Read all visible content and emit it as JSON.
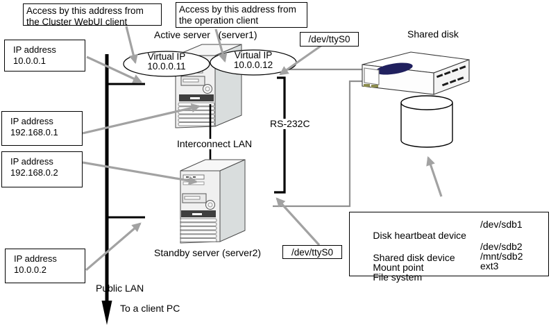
{
  "diagram": {
    "callouts": {
      "webui": {
        "line1": "Access by this address from",
        "line2": "the Cluster WebUI  client"
      },
      "operation": {
        "line1": "Access by this address from",
        "line2": "the operation client"
      }
    },
    "ip_boxes": [
      {
        "label": "IP address",
        "value": "10.0.0.1"
      },
      {
        "label": "IP address",
        "value": "192.168.0.1"
      },
      {
        "label": "IP address",
        "value": "192.168.0.2"
      },
      {
        "label": "IP address",
        "value": "10.0.0.2"
      }
    ],
    "servers": {
      "active_label": "Active server   (server1)",
      "standby_label": "Standby server (server2)"
    },
    "virtual_ips": [
      {
        "label": "Virtual IP",
        "value": "10.0.0.11"
      },
      {
        "label": "Virtual IP",
        "value": "10.0.0.12"
      }
    ],
    "serial_ports": {
      "top": "/dev/ttyS0",
      "bottom": "/dev/ttyS0"
    },
    "labels": {
      "shared_disk": "Shared disk",
      "interconnect": "Interconnect LAN",
      "rs232c": "RS-232C",
      "public_lan": "Public LAN",
      "to_client": "To a client PC"
    },
    "disk_info": {
      "rows": [
        {
          "label": "Disk heartbeat device",
          "value": "/dev/sdb1"
        },
        {
          "label": "Shared disk device",
          "value": "/dev/sdb2"
        },
        {
          "label": "Mount point",
          "value": "/mnt/sdb2"
        },
        {
          "label": "File system",
          "value": "ext3"
        }
      ]
    },
    "colors": {
      "arrow_gray": "#a2a2a2",
      "disk_line_gray": "#909090",
      "navy": "#20205e",
      "band_dark": "#3f3f3f",
      "black": "#000000"
    }
  }
}
